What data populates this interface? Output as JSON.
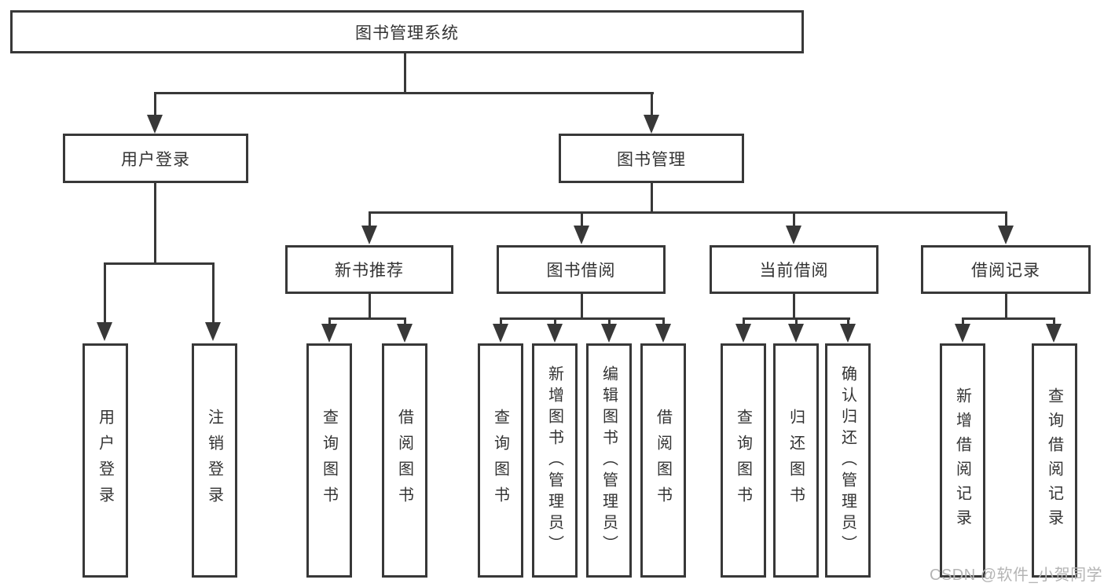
{
  "colors": {
    "background": "#ffffff",
    "line": "#383838",
    "text": "#333333",
    "watermark_text": "#b4b4b4"
  },
  "tree": {
    "root": {
      "label": "图书管理系统"
    },
    "branches": [
      {
        "label": "用户登录",
        "children": [
          {
            "label": "用户登录"
          },
          {
            "label": "注销登录"
          }
        ]
      },
      {
        "label": "图书管理",
        "children": [
          {
            "label": "新书推荐",
            "children": [
              {
                "label": "查询图书"
              },
              {
                "label": "借阅图书"
              }
            ]
          },
          {
            "label": "图书借阅",
            "children": [
              {
                "label": "查询图书"
              },
              {
                "label": "新增图书（管理员）"
              },
              {
                "label": "编辑图书（管理员）"
              },
              {
                "label": "借阅图书"
              }
            ]
          },
          {
            "label": "当前借阅",
            "children": [
              {
                "label": "查询图书"
              },
              {
                "label": "归还图书"
              },
              {
                "label": "确认归还（管理员）"
              }
            ]
          },
          {
            "label": "借阅记录",
            "children": [
              {
                "label": "新增借阅记录"
              },
              {
                "label": "查询借阅记录"
              }
            ]
          }
        ]
      }
    ]
  },
  "watermark": {
    "text": "CSDN @软件_小贺同学"
  }
}
